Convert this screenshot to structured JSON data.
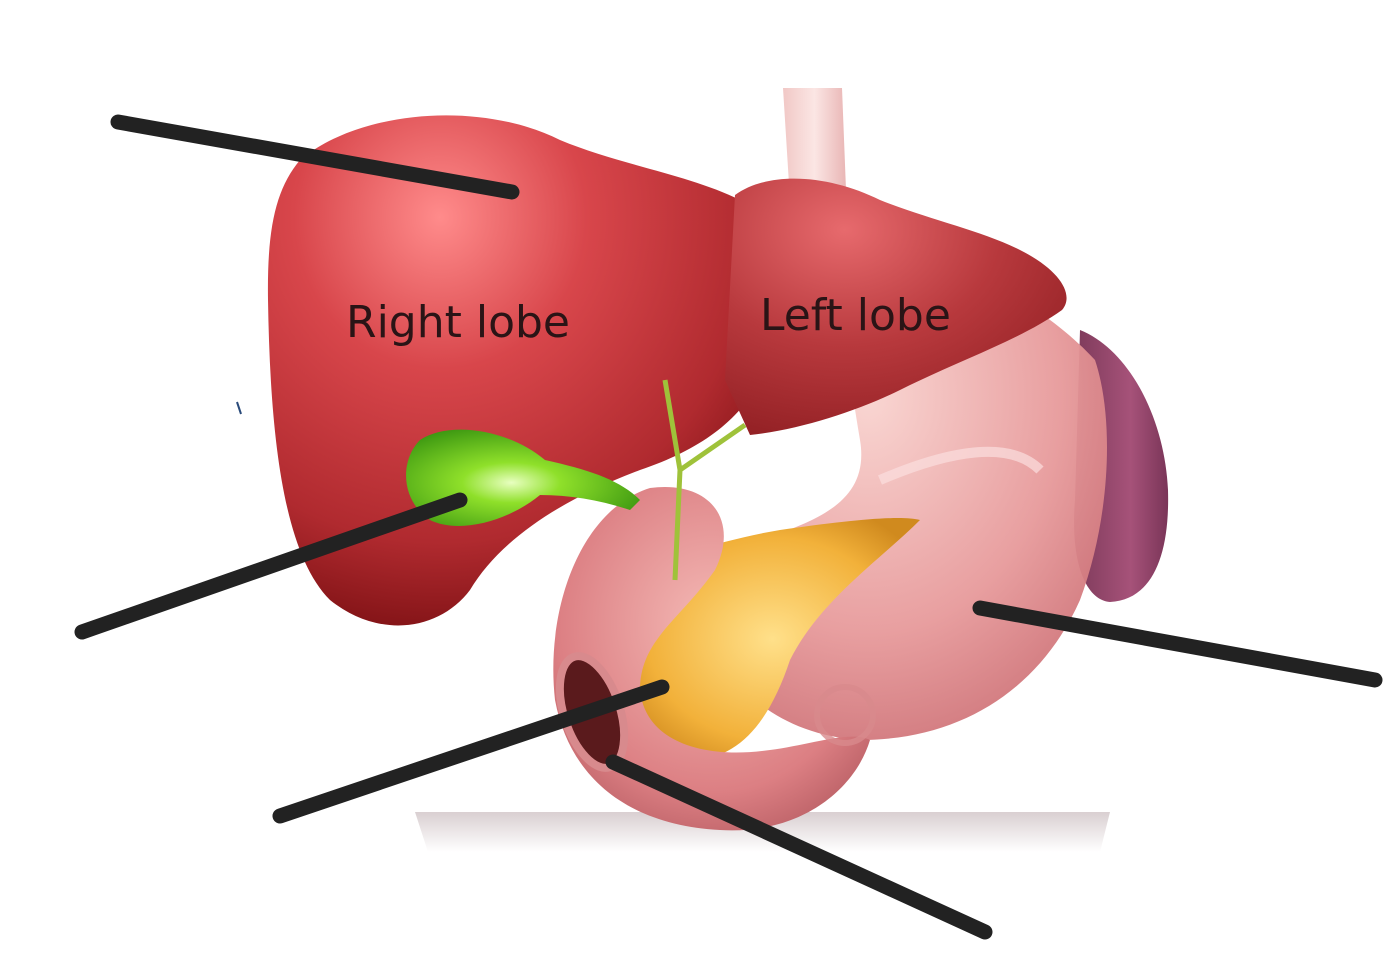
{
  "labels": {
    "right_lobe": "Right lobe",
    "left_lobe": "Left lobe"
  },
  "colors": {
    "liver": "#c9383d",
    "liver_dark": "#8e1216",
    "gallbladder": "#7ad61e",
    "stomach": "#e7979a",
    "pancreas": "#f2b13a",
    "spleen": "#9b4a6f",
    "pointer": "#222222"
  },
  "pointer_lines": [
    {
      "target": "liver"
    },
    {
      "target": "gallbladder"
    },
    {
      "target": "pancreas"
    },
    {
      "target": "duodenum"
    },
    {
      "target": "stomach"
    }
  ]
}
